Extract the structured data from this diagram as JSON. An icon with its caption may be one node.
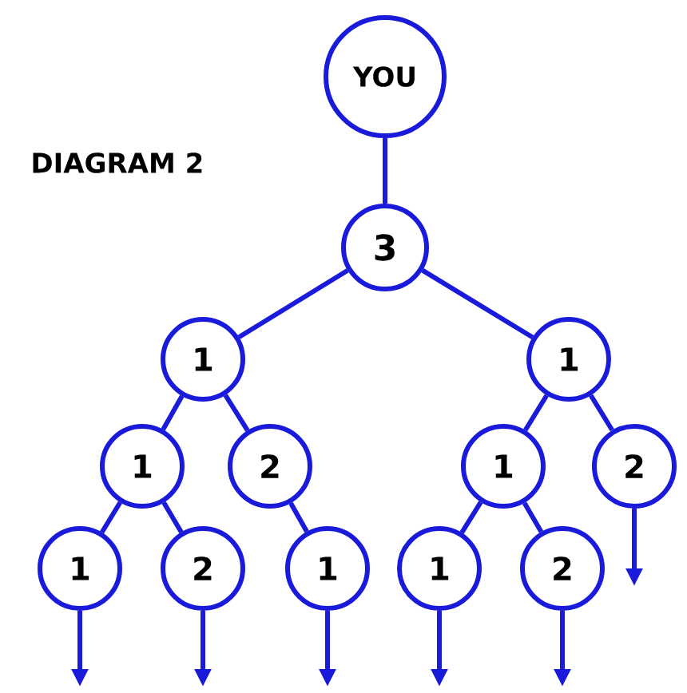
{
  "diagram": {
    "nodes": [
      {
        "text": [
          "YOU"
        ]
      },
      {
        "text": [
          "3"
        ]
      },
      {
        "text": [
          "1"
        ]
      },
      {
        "text": [
          "1"
        ]
      },
      {
        "text": [
          "1"
        ]
      },
      {
        "text": [
          "2"
        ]
      },
      {
        "text": [
          "1"
        ]
      },
      {
        "text": [
          "2"
        ]
      },
      {
        "text": [
          "1"
        ]
      },
      {
        "text": [
          "2"
        ]
      },
      {
        "text": [
          "1"
        ]
      },
      {
        "text": [
          "1"
        ]
      },
      {
        "text": [
          "2"
        ]
      }
    ],
    "edges": [
      {
        "from": 0,
        "to": 1,
        "arrow": "none"
      },
      {
        "from": 1,
        "to": 2,
        "arrow": "none"
      },
      {
        "from": 1,
        "to": 3,
        "arrow": "none"
      },
      {
        "from": 2,
        "to": 4,
        "arrow": "none"
      },
      {
        "from": 2,
        "to": 5,
        "arrow": "none"
      },
      {
        "from": 3,
        "to": 6,
        "arrow": "none"
      },
      {
        "from": 3,
        "to": 7,
        "arrow": "none"
      },
      {
        "from": 4,
        "to": 8,
        "arrow": "none"
      },
      {
        "from": 4,
        "to": 9,
        "arrow": "none"
      },
      {
        "from": 5,
        "to": 10,
        "arrow": "none"
      },
      {
        "from": 6,
        "to": 11,
        "arrow": "none"
      },
      {
        "from": 6,
        "to": 12,
        "arrow": "none"
      },
      {
        "from": 8,
        "to": null,
        "arrow": "to"
      },
      {
        "from": 9,
        "to": null,
        "arrow": "to"
      },
      {
        "from": 10,
        "to": null,
        "arrow": "to"
      },
      {
        "from": 11,
        "to": null,
        "arrow": "to"
      },
      {
        "from": 12,
        "to": null,
        "arrow": "to"
      },
      {
        "from": 7,
        "to": null,
        "arrow": "to"
      }
    ],
    "title": "DIAGRAM 2"
  }
}
